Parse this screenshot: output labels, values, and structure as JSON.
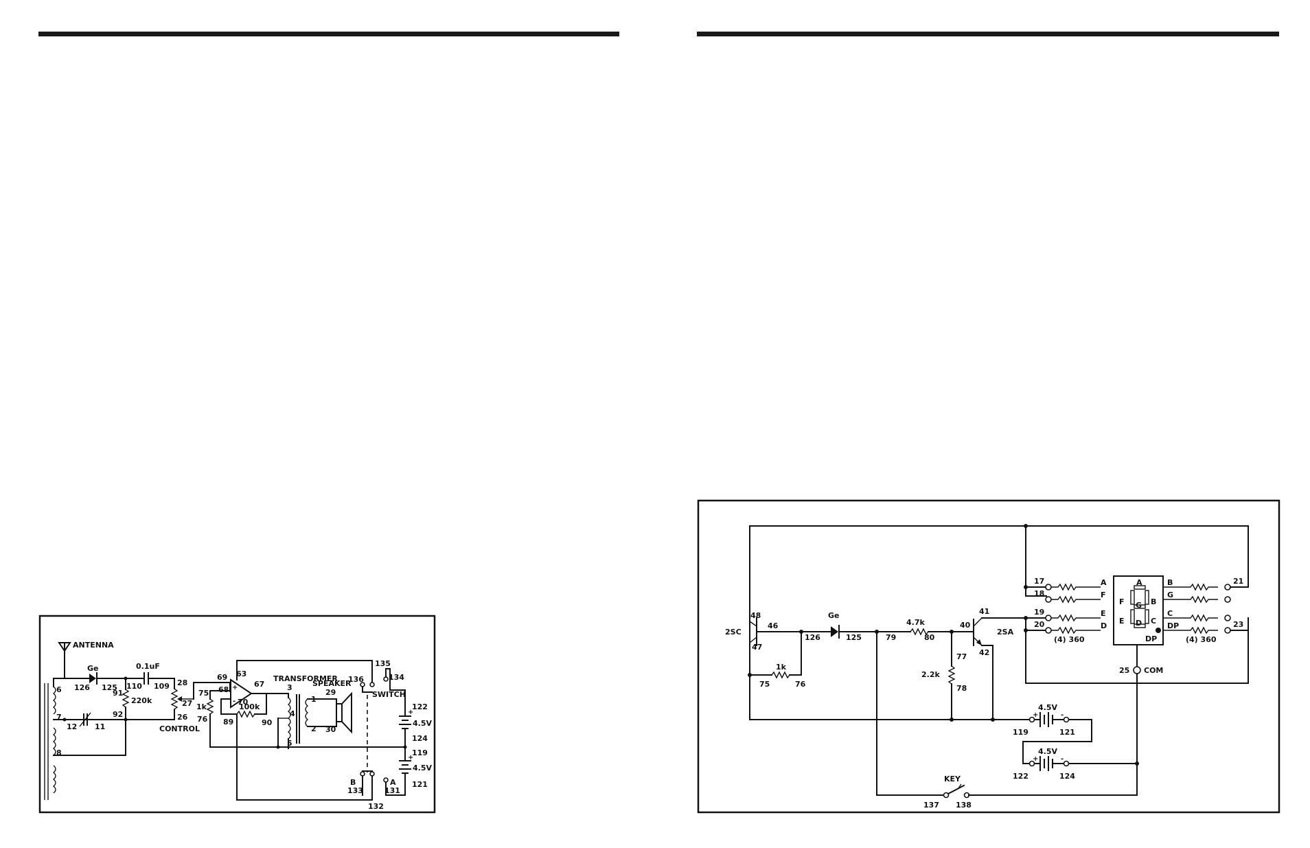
{
  "left": {
    "antenna": "ANTENNA",
    "ge": "Ge",
    "cap_value": "0.1uF",
    "res_220k": "220k",
    "res_1k": "1k",
    "res_100k": "100k",
    "control": "CONTROL",
    "transformer": "TRANSFORMER",
    "speaker": "SPEAKER",
    "switch": "SWITCH",
    "battery_top": "4.5V",
    "battery_bottom": "4.5V",
    "pos": "+",
    "minus": "-",
    "switch_a": "A",
    "switch_b": "B",
    "nodes": {
      "n6": "6",
      "n7": "7",
      "n8": "8",
      "n12": "12",
      "n11": "11",
      "n126": "126",
      "n125": "125",
      "n110": "110",
      "n109": "109",
      "n91": "91",
      "n92": "92",
      "n28": "28",
      "n27": "27",
      "n26": "26",
      "n75": "75",
      "n76": "76",
      "n69": "69",
      "n68": "68",
      "n63": "63",
      "n67": "67",
      "n70": "70",
      "n89": "89",
      "n90": "90",
      "n3": "3",
      "n4": "4",
      "n5": "5",
      "n1": "1",
      "n2": "2",
      "n29": "29",
      "n30": "30",
      "n136": "136",
      "n135": "135",
      "n134": "134",
      "n122": "122",
      "n124": "124",
      "n119": "119",
      "n121": "121",
      "n133": "133",
      "n131": "131",
      "n132": "132"
    }
  },
  "right": {
    "q1": "2SC",
    "q2": "2SA",
    "ge": "Ge",
    "res_1k": "1k",
    "res_47k": "4.7k",
    "res_22k": "2.2k",
    "key": "KEY",
    "com": "COM",
    "batt1": "4.5V",
    "batt2": "4.5V",
    "pos": "+",
    "minus": "-",
    "res_left_group": "(4) 360",
    "res_right_group": "(4) 360",
    "seg": {
      "a": "A",
      "b": "B",
      "c": "C",
      "d": "D",
      "e": "E",
      "f": "F",
      "g": "G",
      "dp": "DP"
    },
    "nodes": {
      "n48": "48",
      "n46": "46",
      "n47": "47",
      "n126": "126",
      "n125": "125",
      "n79": "79",
      "n80": "80",
      "n40": "40",
      "n41": "41",
      "n42": "42",
      "n77": "77",
      "n78": "78",
      "n75": "75",
      "n76": "76",
      "n17": "17",
      "n18": "18",
      "n19": "19",
      "n20": "20",
      "n21": "21",
      "n23": "23",
      "n25": "25",
      "n119": "119",
      "n121": "121",
      "n122": "122",
      "n124": "124",
      "n137": "137",
      "n138": "138"
    }
  }
}
